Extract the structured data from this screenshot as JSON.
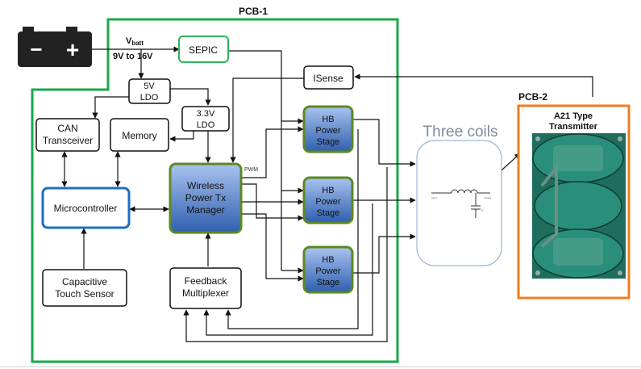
{
  "pcb1": {
    "label": "PCB-1"
  },
  "pcb2": {
    "label": "PCB-2"
  },
  "battery": {
    "minus": "−",
    "plus": "+"
  },
  "vbatt": {
    "label_main": "V",
    "label_sub": "batt",
    "range": "9V to 16V"
  },
  "blocks": {
    "sepic": "SEPIC",
    "ldo5": [
      "5V",
      "LDO"
    ],
    "ldo33": [
      "3.3V",
      "LDO"
    ],
    "isense": "ISense",
    "can": [
      "CAN",
      "Transceiver"
    ],
    "memory": "Memory",
    "micro": "Microcontroller",
    "wpt": [
      "Wireless",
      "Power Tx",
      "Manager"
    ],
    "pwm": "PWM",
    "hb1": [
      "HB",
      "Power",
      "Stage"
    ],
    "hb2": [
      "HB",
      "Power",
      "Stage"
    ],
    "hb3": [
      "HB",
      "Power",
      "Stage"
    ],
    "touch": [
      "Capacitive",
      "Touch Sensor"
    ],
    "feedback": [
      "Feedback",
      "Multiplexer"
    ]
  },
  "coils": {
    "title": "Three coils",
    "in_label": "Input",
    "out_label": "Output",
    "cap_label": "C"
  },
  "transmitter": {
    "title": [
      "A21 Type",
      "Transmitter"
    ]
  },
  "colors": {
    "pcb1_border": "#1aa84a",
    "pcb2_border": "#f07c20",
    "sepic_border": "#2fb35a",
    "micro_border": "#1f6fc0",
    "green_block_border": "#5c8a1e",
    "block_fill_top": "#7aa2e0",
    "block_fill_bottom": "#2f5fae",
    "coil_box_border": "#9ab8d8",
    "coil_title": "#7f8c99",
    "pcb_photo": "#1f7a68"
  }
}
